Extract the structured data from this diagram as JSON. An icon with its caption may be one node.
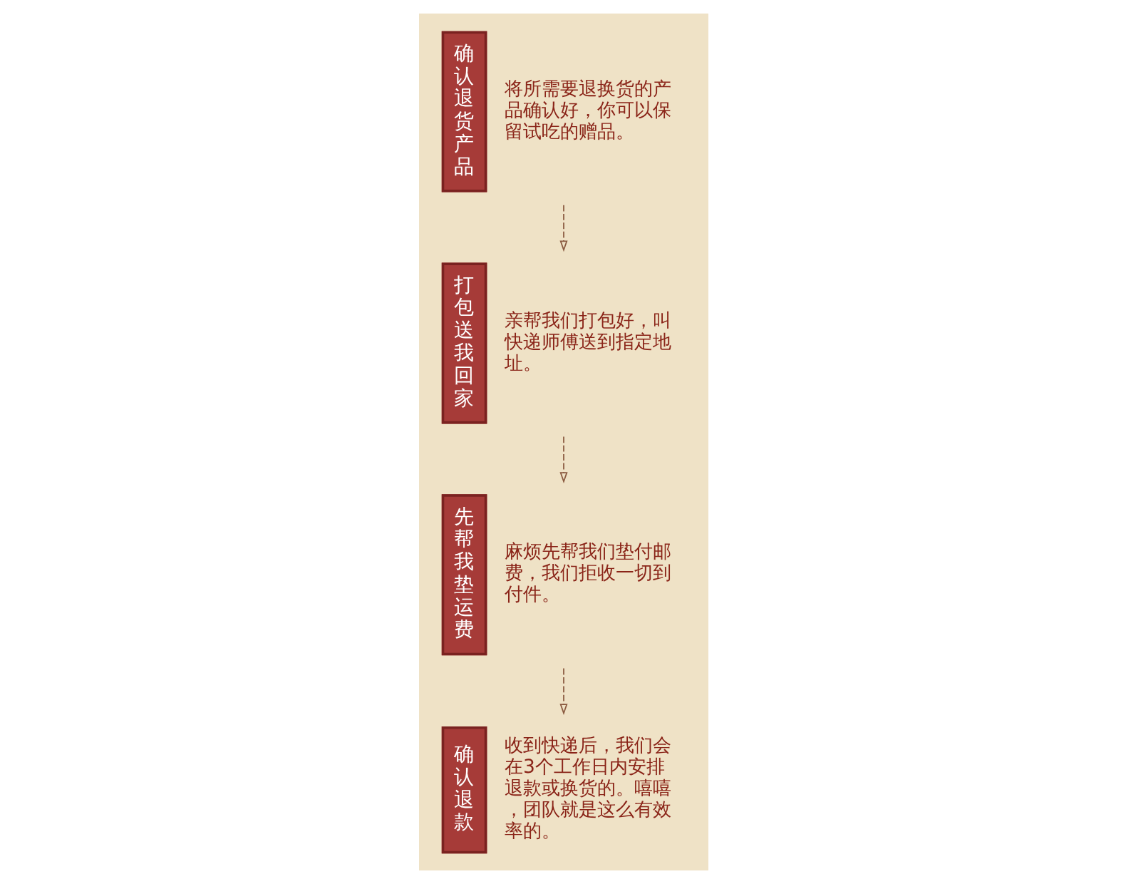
{
  "diagram": {
    "nodes": [
      {
        "text": [
          "确认退货产品"
        ],
        "beside": [
          "将所需要退换货的产品确认好，你可以保留试吃的赠品。"
        ]
      },
      {
        "text": [
          "打包送我回家"
        ],
        "beside": [
          "亲帮我们打包好，叫快递师傅送到指定地址。"
        ]
      },
      {
        "text": [
          "先帮我垫运费"
        ],
        "beside": [
          "麻烦先帮我们垫付邮费，我们拒收一切到付件。"
        ]
      },
      {
        "text": [
          "确认退款"
        ],
        "beside": [
          "收到快递后，我们会在3个工作日内安排退款或换货的。嘻嘻，团队就是这么有效率的。"
        ]
      }
    ],
    "edges": [
      {
        "from": 0,
        "to": 1,
        "arrow": "to",
        "style": "dashed"
      },
      {
        "from": 1,
        "to": 2,
        "arrow": "to",
        "style": "dashed"
      },
      {
        "from": 2,
        "to": 3,
        "arrow": "to",
        "style": "dashed"
      }
    ]
  }
}
